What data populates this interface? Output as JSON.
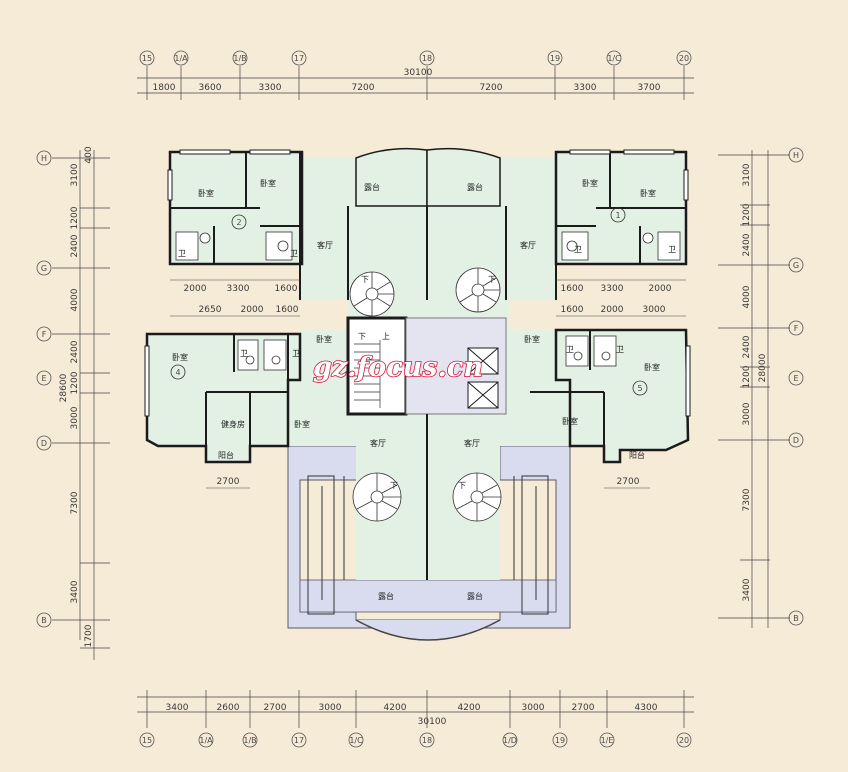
{
  "watermark": "gz.focus.cn",
  "top_axes": [
    "15",
    "1/A",
    "1/B",
    "17",
    "18",
    "19",
    "1/C",
    "20"
  ],
  "bottom_axes": [
    "15",
    "1/A",
    "1/B",
    "17",
    "1/C",
    "18",
    "1/D",
    "19",
    "1/E",
    "20"
  ],
  "left_axes": [
    "H",
    "G",
    "F",
    "E",
    "D",
    "B"
  ],
  "right_axes": [
    "H",
    "G",
    "F",
    "E",
    "D",
    "B"
  ],
  "top_dims": {
    "total": "30100",
    "segments": [
      "1800",
      "3600",
      "3300",
      "7200",
      "7200",
      "3300",
      "3700"
    ]
  },
  "bottom_dims": {
    "total": "30100",
    "segments": [
      "3400",
      "2600",
      "2700",
      "3000",
      "4200",
      "4200",
      "3000",
      "2700",
      "4300"
    ]
  },
  "left_dims": {
    "total": "28600",
    "segments": [
      "3100",
      "400",
      "1200",
      "2400",
      "4000",
      "2400",
      "1200",
      "3000",
      "7300",
      "3400",
      "1700"
    ]
  },
  "right_dims": {
    "total": "28000",
    "segments": [
      "3100",
      "1200",
      "2400",
      "4000",
      "2400",
      "1200",
      "3000",
      "7300",
      "3400"
    ]
  },
  "inner_dims": {
    "upper_left": [
      "2000",
      "3300",
      "1600"
    ],
    "upper_right": [
      "1600",
      "3300",
      "2000"
    ],
    "mid_left": [
      "2650",
      "2000",
      "1600"
    ],
    "mid_right": [
      "1600",
      "2000",
      "3000"
    ],
    "balcony_left": "2700",
    "balcony_right": "2700"
  },
  "rooms": {
    "bedroom": "卧室",
    "terrace": "露台",
    "living": "客厅",
    "bath": "卫",
    "gym": "健身房",
    "balcony": "阳台",
    "down": "下",
    "up": "上"
  },
  "unit_numbers": [
    "1",
    "2",
    "4",
    "5"
  ],
  "colors": {
    "background": "#f6ebd6",
    "floor_fill": "#e3f0e4",
    "terrace_fill": "#d9dcef",
    "wall": "#1b1b1b",
    "watermark": "#d0163a"
  }
}
